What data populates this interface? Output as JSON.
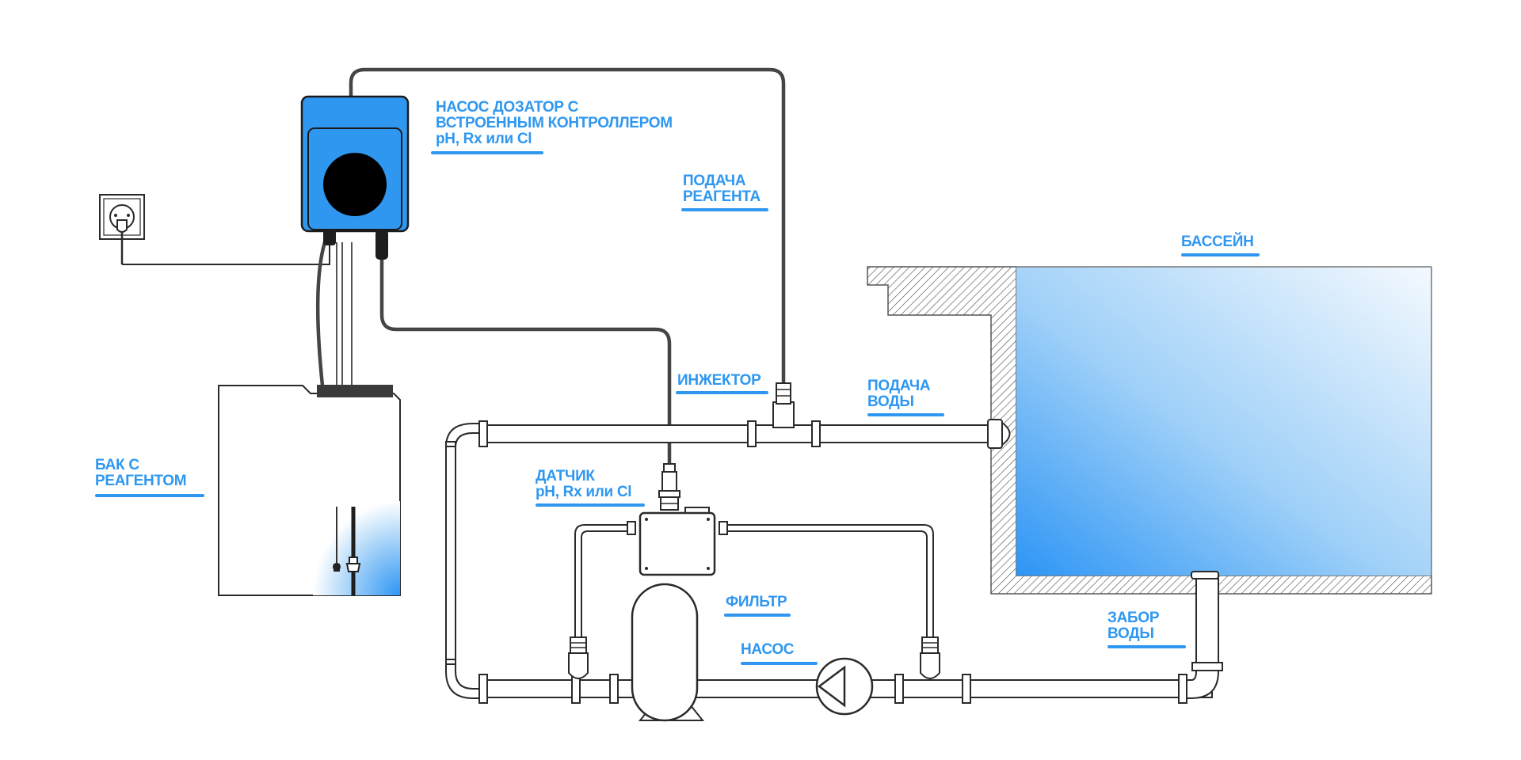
{
  "labels": {
    "dosing_pump": [
      "НАСОС ДОЗАТОР С",
      "ВСТРОЕННЫМ КОНТРОЛЛЕРОМ",
      "pH, Rx или Cl"
    ],
    "reagent_feed": [
      "ПОДАЧА",
      "РЕАГЕНТА"
    ],
    "pool": [
      "БАССЕЙН"
    ],
    "injector": [
      "ИНЖЕКТОР"
    ],
    "water_supply": [
      "ПОДАЧА",
      "ВОДЫ"
    ],
    "reagent_tank": [
      "БАК С",
      "РЕАГЕНТОМ"
    ],
    "sensor": [
      "ДАТЧИК",
      "pH, Rx или Cl"
    ],
    "filter": [
      "ФИЛЬТР"
    ],
    "pump": [
      "НАСОС"
    ],
    "water_intake": [
      "ЗАБОР",
      "ВОДЫ"
    ]
  },
  "colors": {
    "label": "#2f97f0",
    "pump_body": "#2f97f0",
    "pool_water_deep": "#2d95f5",
    "pool_water_light": "#f4f9fe",
    "cable": "#454545",
    "outline": "#2a2a2a"
  },
  "icons": {
    "outlet": "power-outlet-icon",
    "pump_arrow": "pump-triangle-icon"
  }
}
